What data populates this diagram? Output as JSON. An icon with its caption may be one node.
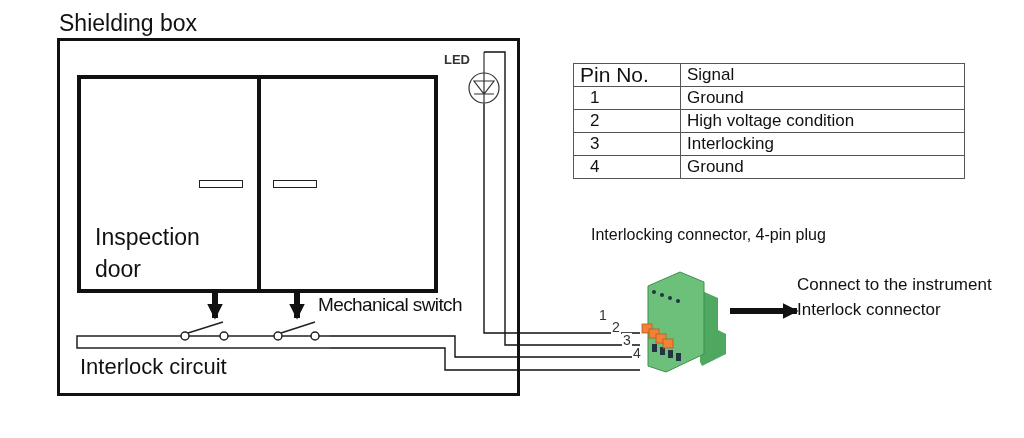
{
  "diagram": {
    "nodes": [
      {
        "text": [
          "Shielding box"
        ]
      },
      {
        "text": [
          "Inspection door"
        ],
        "in": 0
      },
      {
        "text": [],
        "shape": "circle",
        "beside": [
          "LED"
        ],
        "in": 0
      },
      {
        "text": [
          "Interlock circuit"
        ],
        "in": 0
      },
      {
        "text": [],
        "shape": "picture",
        "beside": [
          "Interlocking connector, 4-pin plug"
        ]
      },
      {
        "text": [
          "Connect to the instrument Interlock connector"
        ]
      }
    ],
    "edges": [
      {
        "from": 2,
        "to": 4,
        "arrow": "none",
        "label": "1"
      },
      {
        "from": 2,
        "to": 4,
        "arrow": "none",
        "label": "2"
      },
      {
        "from": 3,
        "to": 4,
        "arrow": "none",
        "label": "3"
      },
      {
        "from": 3,
        "to": 4,
        "arrow": "none",
        "label": "4"
      },
      {
        "from": 4,
        "to": 5,
        "arrow": "to",
        "style": "thick"
      },
      {
        "from": 1,
        "to": 3,
        "arrow": "to",
        "style": "thick"
      },
      {
        "from": 1,
        "to": 3,
        "arrow": "to",
        "style": "thick"
      }
    ],
    "labels": [
      "Pin No.",
      "Signal",
      "1",
      "Ground",
      "2",
      "High voltage condition",
      "3",
      "Interlocking",
      "4",
      "Ground",
      "Mechanical switch"
    ]
  }
}
